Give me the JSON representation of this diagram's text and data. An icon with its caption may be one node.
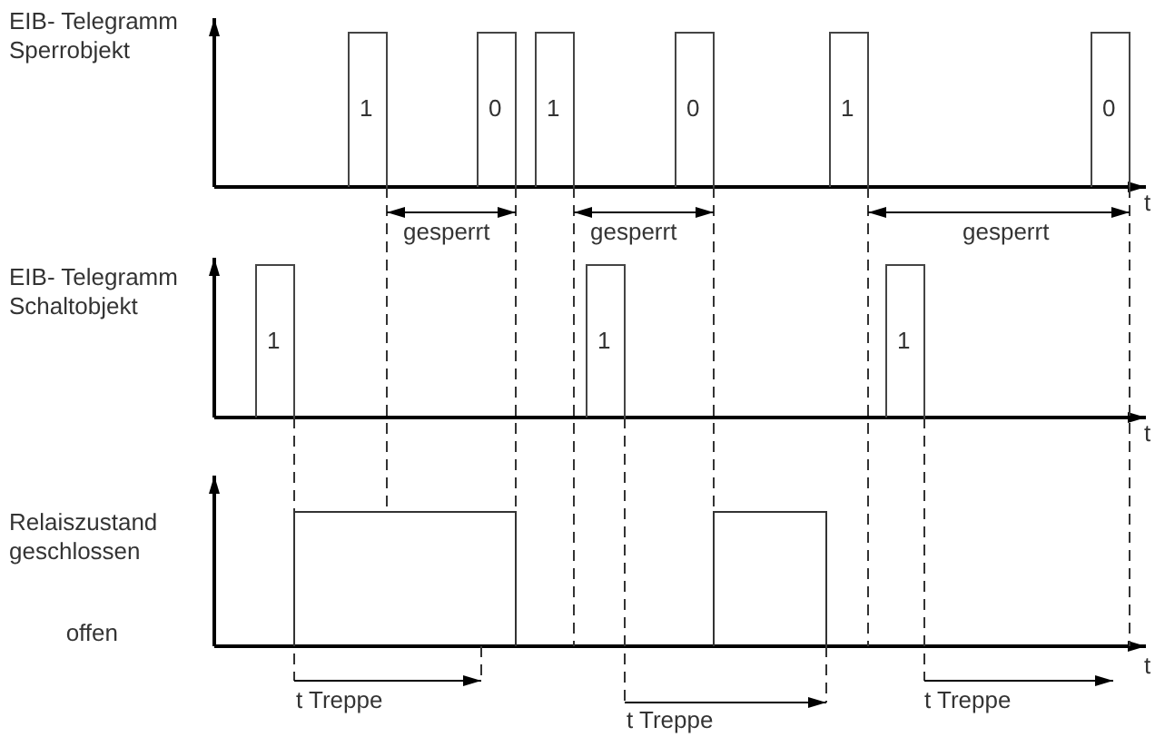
{
  "diagram": {
    "labels": [
      "EIB- Telegramm Sperrobjekt",
      "1",
      "0",
      "1",
      "0",
      "1",
      "0",
      "t",
      "gesperrt",
      "gesperrt",
      "gesperrt",
      "EIB- Telegramm Schaltobjekt",
      "1",
      "1",
      "1",
      "t",
      "Relaiszustand geschlossen",
      "offen",
      "t",
      "t Treppe",
      "t Treppe",
      "t Treppe"
    ]
  }
}
